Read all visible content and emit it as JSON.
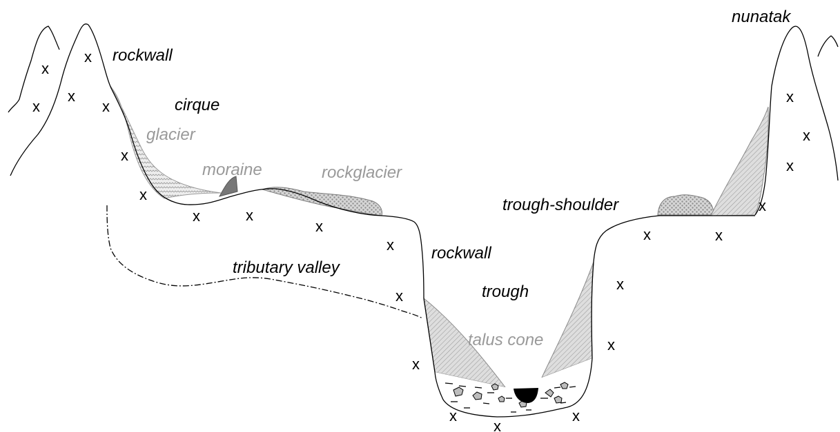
{
  "diagram": {
    "colors": {
      "outline": "#000000",
      "glacier_fill": "#d4d4d4",
      "deposit_fill": "#c8c8c8",
      "talus_fill": "#d0d0d0",
      "moraine_fill": "#777777",
      "lake_fill": "#000000",
      "dark_label": "#000000",
      "grey_label": "#999999"
    },
    "labels": {
      "rockwall_top": "rockwall",
      "cirque": "cirque",
      "glacier": "glacier",
      "moraine": "moraine",
      "rockglacier": "rockglacier",
      "nunatak": "nunatak",
      "trough_shoulder": "trough-shoulder",
      "rockwall_trough": "rockwall",
      "tributary_valley": "tributary valley",
      "trough": "trough",
      "talus_cone": "talus cone"
    },
    "bedrock_symbol": "x"
  }
}
